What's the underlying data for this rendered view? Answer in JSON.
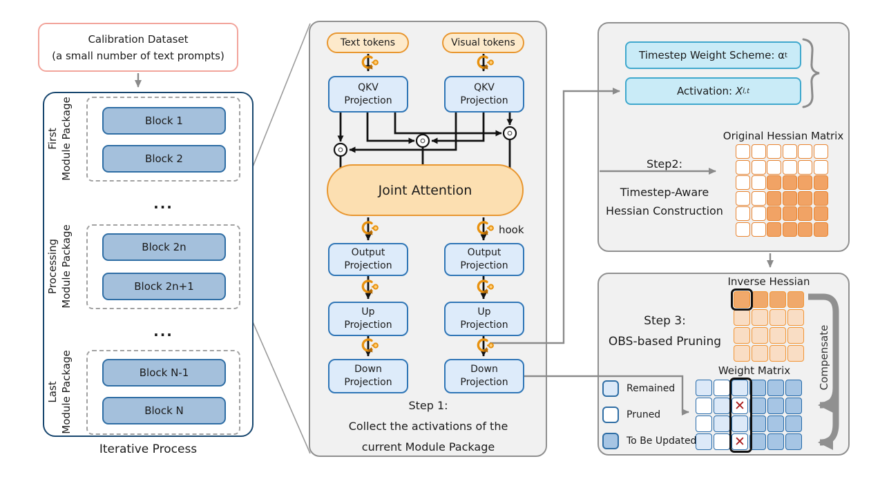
{
  "colors": {
    "salmon": "#f2a49b",
    "navy": "#17466e",
    "dash": "#a0a0a0",
    "block_fill": "#a4c0dc",
    "block_border": "#2e6da4",
    "panel_bg": "#f1f1f1",
    "panel_border": "#8f8f8f",
    "or_fill": "#fdeacb",
    "or_border": "#e8962f",
    "ja_fill": "#fcdfb1",
    "bl_fill": "#ddebfa",
    "bl_border": "#2e75b6",
    "cy_fill": "#c9ebf7",
    "cy_border": "#3fa8cd",
    "hs_border": "#e8822d",
    "hs_fill": "#f1a365",
    "inv_border": "#f29433",
    "inv_dark": "#f0a96b",
    "inv_light": "#f9ddc4",
    "w_border": "#2268a8",
    "w_remained": "#dce9f8",
    "w_updated": "#a6c5e4",
    "cross": "#a81b1b",
    "gray": "#8a8a8a",
    "gray_thick": "#909090",
    "hook": "#e8910e"
  },
  "left": {
    "calibration": {
      "line1": "Calibration Dataset",
      "line2": "(a small number of text prompts)"
    },
    "packages": [
      {
        "label1": "First",
        "label2": "Module Package",
        "block1": "Block 1",
        "block2": "Block 2"
      },
      {
        "label1": "Processing",
        "label2": "Module Package",
        "block1": "Block 2n",
        "block2": "Block 2n+1"
      },
      {
        "label1": "Last",
        "label2": "Module Package",
        "block1": "Block N-1",
        "block2": "Block N"
      }
    ],
    "dots": "...",
    "caption": "Iterative Process"
  },
  "middle": {
    "text_tokens": "Text tokens",
    "visual_tokens": "Visual tokens",
    "qkv": {
      "line1": "QKV",
      "line2": "Projection"
    },
    "joint_attention": "Joint Attention",
    "hook_label": "hook",
    "output": {
      "line1": "Output",
      "line2": "Projection"
    },
    "up": {
      "line1": "Up",
      "line2": "Projection"
    },
    "down": {
      "line1": "Down",
      "line2": "Projection"
    },
    "step1": {
      "line1": "Step 1:",
      "line2": "Collect the activations of the",
      "line3": "current Module Package"
    }
  },
  "right_top": {
    "timestep_label": "Timestep Weight Scheme: α",
    "timestep_sub": "t",
    "activation_label": "Activation:",
    "activation_var": "X",
    "activation_sub": "l,t",
    "step2": {
      "line1": "Step2:",
      "line2": "Timestep-Aware",
      "line3": "Hessian Construction"
    },
    "hessian_title": "Original Hessian Matrix",
    "hessian_grid": [
      "wwwwww",
      "wwwwww",
      "wwoooo",
      "wwoooo",
      "wwoooo",
      "wwoooo"
    ]
  },
  "right_bottom": {
    "inverse_title": "Inverse Hessian",
    "inverse_grid": [
      "dddd",
      "llll",
      "llll",
      "llll"
    ],
    "step3": {
      "line1": "Step 3:",
      "line2": "OBS-based Pruning"
    },
    "weight_title": "Weight Matrix",
    "weight_grid": [
      "rpruuu",
      "prXuuu",
      "prruuu",
      "rpXuuu"
    ],
    "legend": [
      {
        "label": "Remained"
      },
      {
        "label": "Pruned"
      },
      {
        "label": "To Be Updated"
      }
    ],
    "compensate": "Compensate",
    "cross_glyph": "✕"
  }
}
